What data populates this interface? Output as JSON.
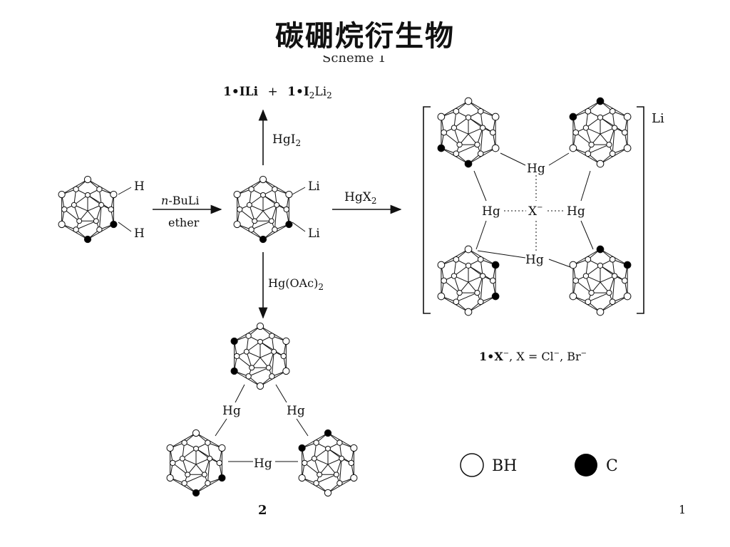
{
  "slide": {
    "title": "碳硼烷衍生物",
    "page_number": "1"
  },
  "scheme": {
    "top_label": "Scheme 1",
    "top_products": {
      "part1": "1•ILi",
      "plus": "+",
      "part2": "1•I",
      "sub2": "2",
      "part3": "Li",
      "sub3": "2"
    },
    "reagents": {
      "hgi2": {
        "base": "HgI",
        "sub": "2"
      },
      "nbuli": {
        "italic": "n",
        "rest": "-BuLi"
      },
      "ether": "ether",
      "hgx2": {
        "base": "HgX",
        "sub": "2"
      },
      "hgoac2": {
        "base": "Hg(OAc)",
        "sub": "2"
      }
    },
    "atoms": {
      "H": "H",
      "Li": "Li",
      "Hg": "Hg",
      "X": "X",
      "charge": "−"
    },
    "bracket_counterion": "Li",
    "compound_label": {
      "part1": "1•X",
      "part2": ", X = Cl",
      "part3": ", Br"
    },
    "compound2_label": "2",
    "legend": [
      {
        "symbol": "open-circle",
        "label": "BH",
        "color": "#ffffff"
      },
      {
        "symbol": "filled-circle",
        "label": "C",
        "color": "#000000"
      }
    ]
  }
}
